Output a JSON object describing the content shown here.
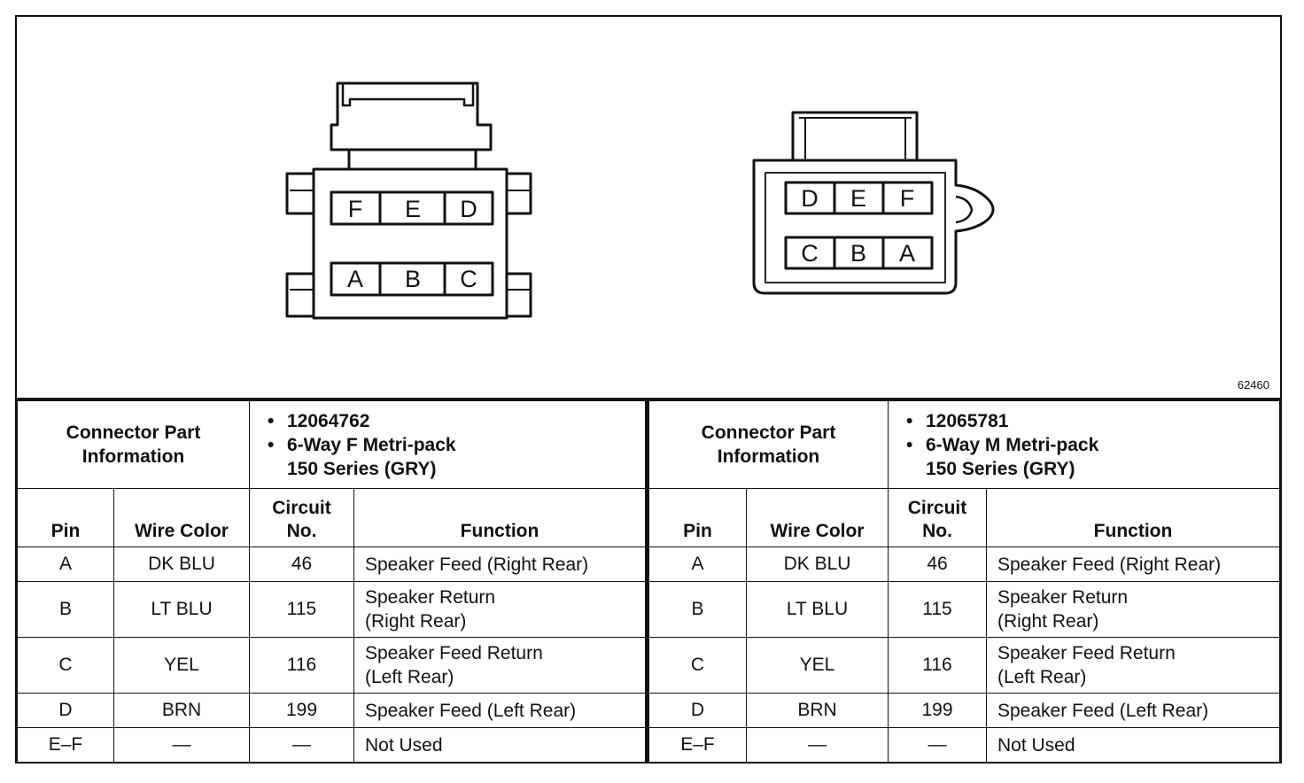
{
  "figure_id": "62460",
  "connectors": [
    {
      "side": "female",
      "pin_rows": [
        [
          "F",
          "E",
          "D"
        ],
        [
          "A",
          "B",
          "C"
        ]
      ],
      "part_label": [
        "Connector Part",
        "Information"
      ],
      "part_number": "12064762",
      "description_line1": "6-Way F Metri-pack",
      "description_line2": "150 Series (GRY)"
    },
    {
      "side": "male",
      "pin_rows": [
        [
          "D",
          "E",
          "F"
        ],
        [
          "C",
          "B",
          "A"
        ]
      ],
      "part_label": [
        "Connector Part",
        "Information"
      ],
      "part_number": "12065781",
      "description_line1": "6-Way M Metri-pack",
      "description_line2": "150 Series (GRY)"
    }
  ],
  "columns": {
    "pin": "Pin",
    "wire_color": "Wire Color",
    "circuit_line1": "Circuit",
    "circuit_line2": "No.",
    "function": "Function"
  },
  "rows": [
    {
      "pin": "A",
      "wire": "DK BLU",
      "circuit": "46",
      "function": [
        "Speaker Feed (Right Rear)"
      ]
    },
    {
      "pin": "B",
      "wire": "LT BLU",
      "circuit": "115",
      "function": [
        "Speaker Return",
        "(Right Rear)"
      ]
    },
    {
      "pin": "C",
      "wire": "YEL",
      "circuit": "116",
      "function": [
        "Speaker Feed Return",
        "(Left Rear)"
      ]
    },
    {
      "pin": "D",
      "wire": "BRN",
      "circuit": "199",
      "function": [
        "Speaker Feed (Left Rear)"
      ]
    },
    {
      "pin": "E–F",
      "wire": "—",
      "circuit": "—",
      "function": [
        "Not Used"
      ]
    }
  ]
}
